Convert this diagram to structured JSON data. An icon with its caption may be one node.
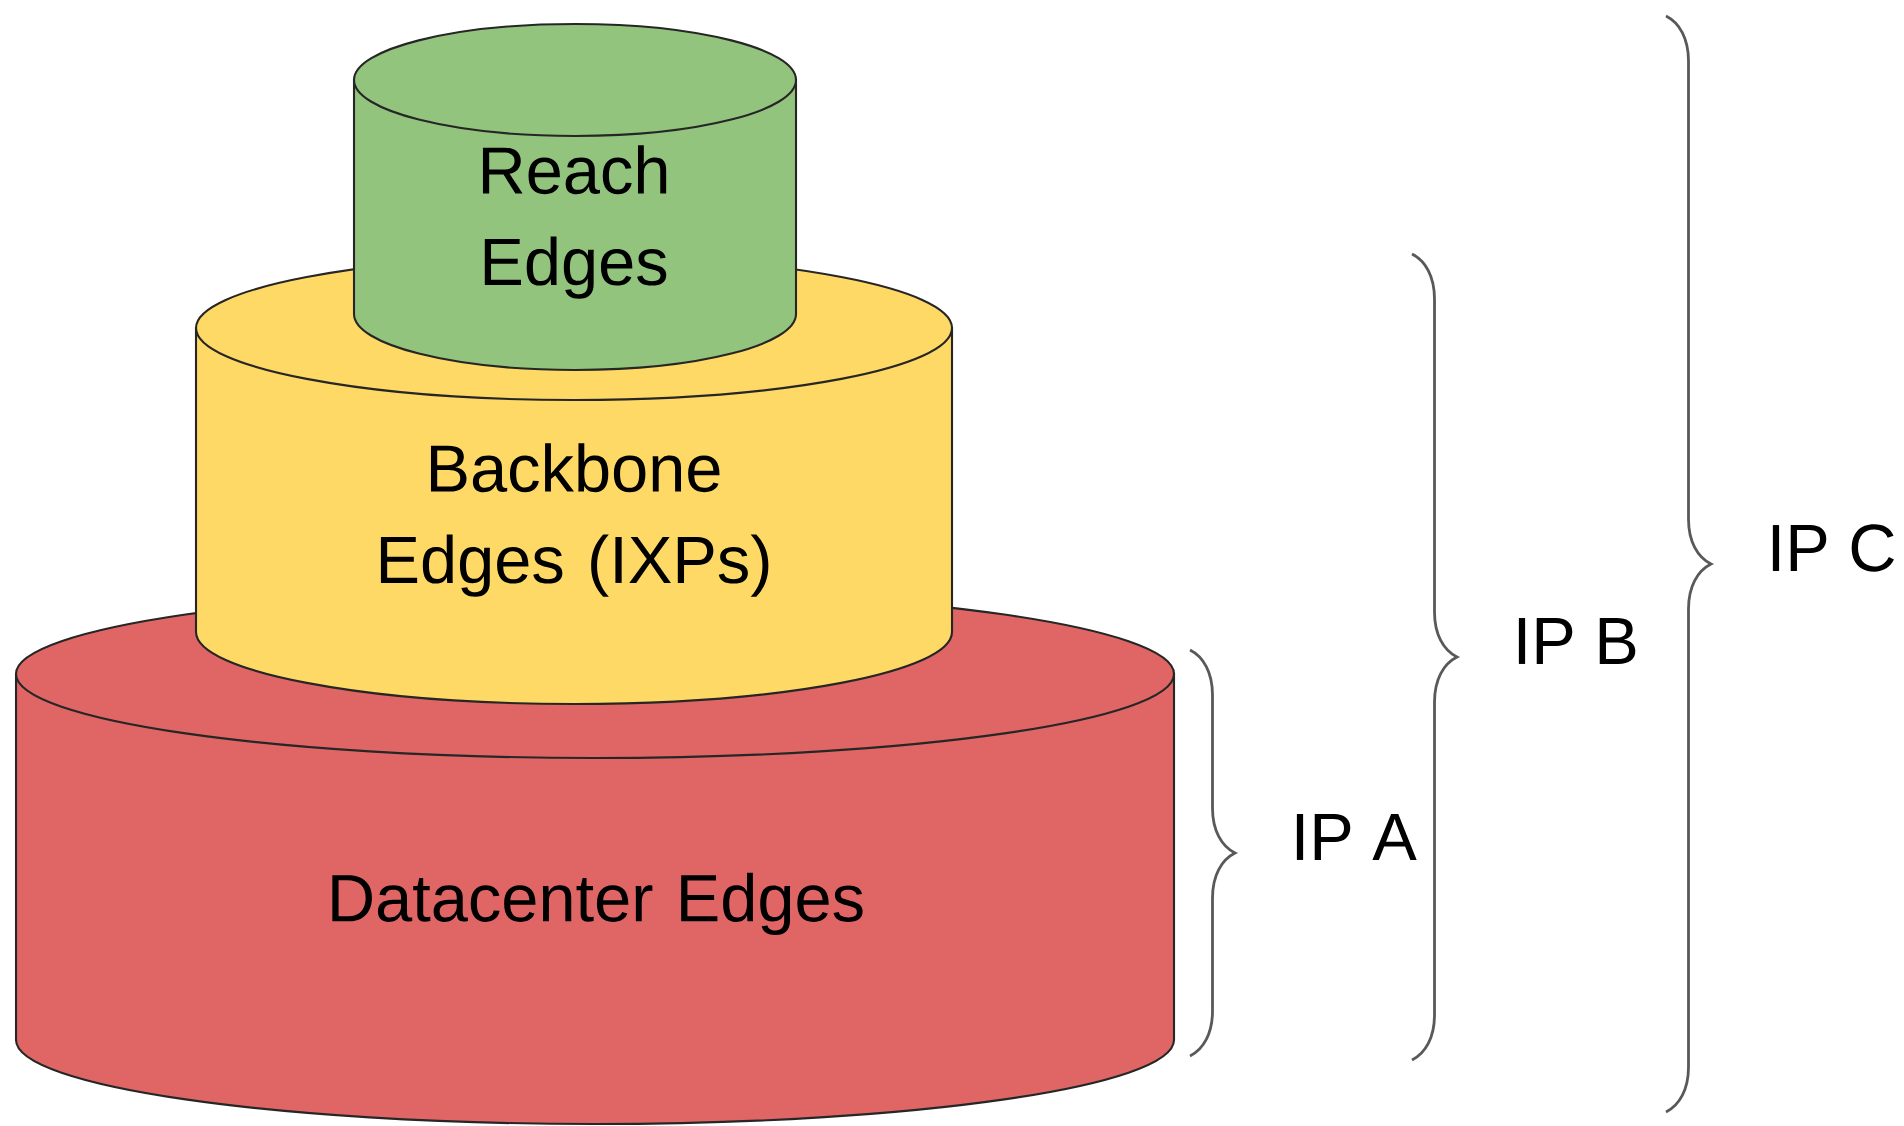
{
  "diagram": {
    "nodes": [
      {
        "text": [
          "Reach Edges"
        ]
      },
      {
        "text": [
          "Backbone Edges (IXPs)"
        ]
      },
      {
        "text": [
          "Datacenter Edges"
        ]
      }
    ],
    "labels": [
      "IP A",
      "IP B",
      "IP C"
    ]
  }
}
